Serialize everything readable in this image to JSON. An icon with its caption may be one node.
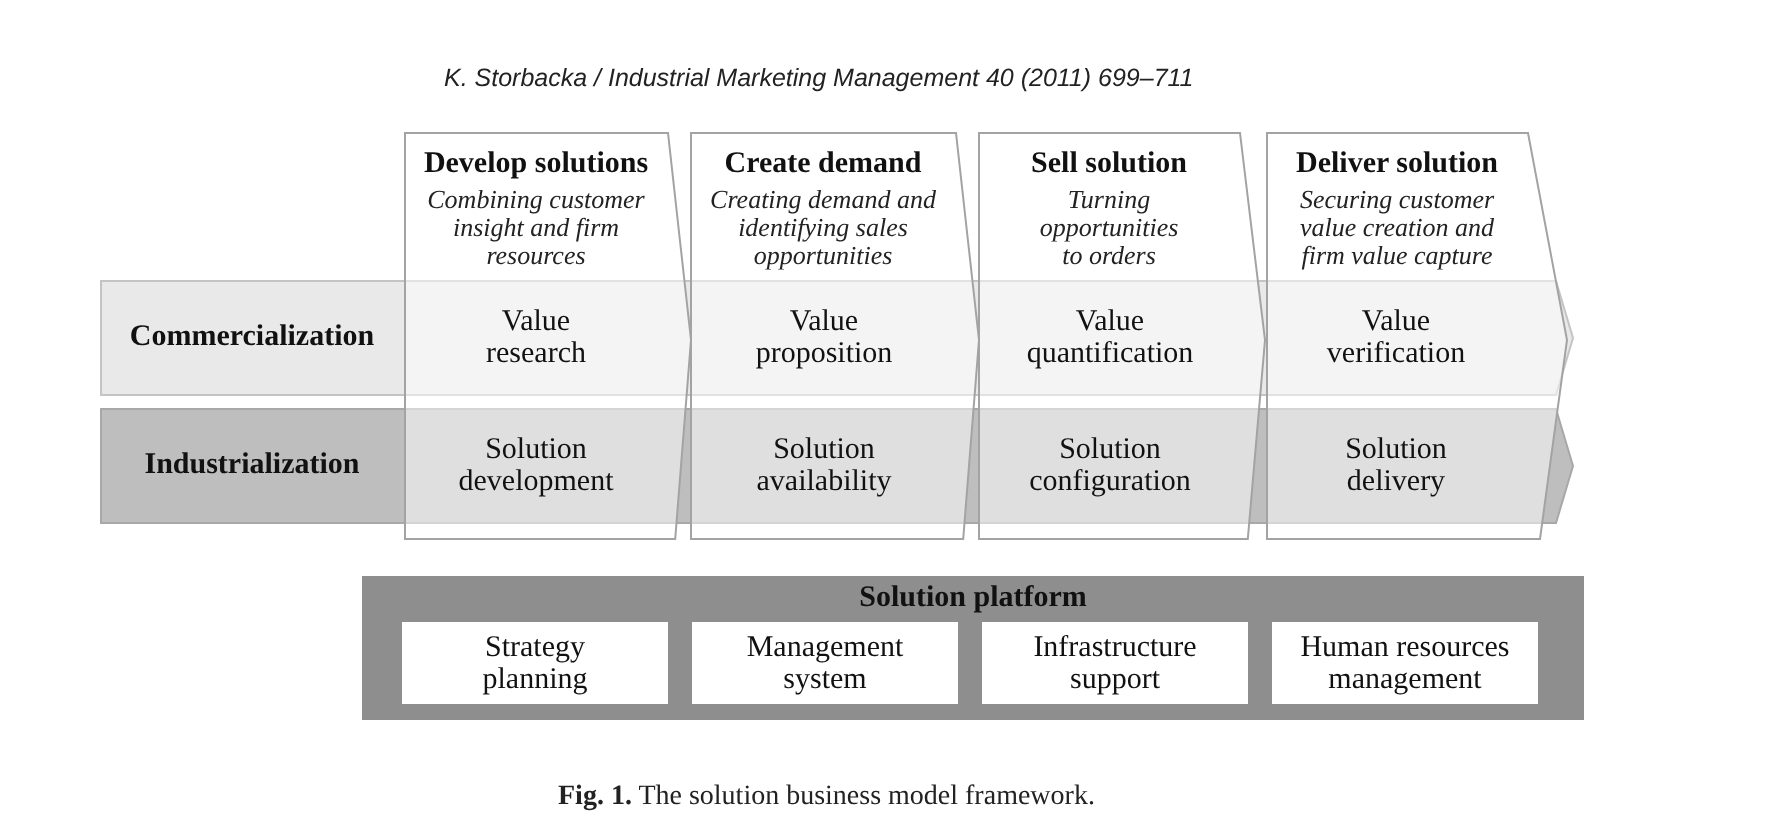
{
  "diagram": {
    "caption": "**Fig. 1.** The solution business model framework.",
    "nodes": [
      {
        "text": [
          "Develop solutions",
          "Combining customer insight and firm resources"
        ]
      },
      {
        "text": [
          "Create demand",
          "Creating demand and identifying sales opportunities"
        ]
      },
      {
        "text": [
          "Sell solution",
          "Turning opportunities to orders"
        ]
      },
      {
        "text": [
          "Deliver solution",
          "Securing customer value creation and firm value capture"
        ]
      },
      {
        "text": [
          "Commercialization"
        ]
      },
      {
        "text": [
          "Value research"
        ]
      },
      {
        "text": [
          "Value proposition"
        ]
      },
      {
        "text": [
          "Value quantification"
        ]
      },
      {
        "text": [
          "Value verification"
        ]
      },
      {
        "text": [
          "Industrialization"
        ]
      },
      {
        "text": [
          "Solution development"
        ]
      },
      {
        "text": [
          "Solution availability"
        ]
      },
      {
        "text": [
          "Solution configuration"
        ]
      },
      {
        "text": [
          "Solution delivery"
        ]
      },
      {
        "text": [
          "Solution platform"
        ]
      },
      {
        "text": [
          "Strategy planning"
        ],
        "in": 14
      },
      {
        "text": [
          "Management system"
        ],
        "in": 14
      },
      {
        "text": [
          "Infrastructure support"
        ],
        "in": 14
      },
      {
        "text": [
          "Human resources management"
        ],
        "in": 14
      }
    ],
    "labels": [
      "K. Storbacka / Industrial Marketing Management 40 (2011) 699–711"
    ]
  }
}
